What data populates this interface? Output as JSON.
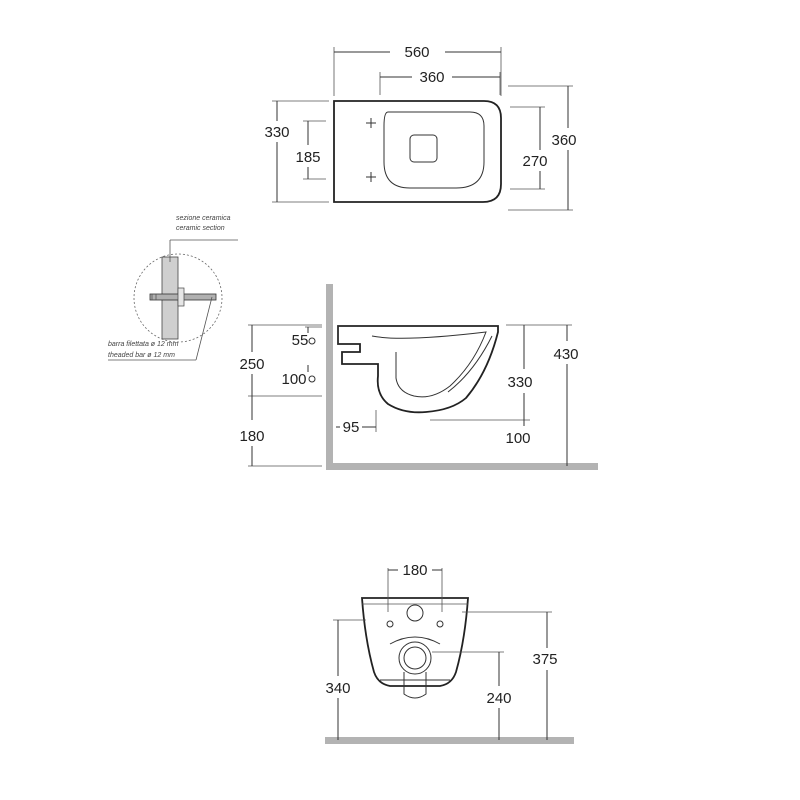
{
  "colors": {
    "ink": "#222222",
    "floor": "#b3b3b3",
    "wall": "#b3b3b3",
    "hatch": "#9a9a9a"
  },
  "top_view": {
    "overall_width": "560",
    "fixing_spacing": "360",
    "rear_depth": "330",
    "fixing_depth": "185",
    "front_depth": "270",
    "overall_depth": "360"
  },
  "detail": {
    "label_it_1": "sezione ceramica",
    "label_en_1": "ceramic section",
    "label_it_2": "barra filettata ø 12 mm",
    "label_en_2": "theaded bar ø 12 mm"
  },
  "side_view": {
    "dim_55": "55",
    "dim_100": "100",
    "dim_250": "250",
    "dim_180": "180",
    "dim_95": "95",
    "dim_330": "330",
    "dim_430": "430",
    "dim_100b": "100"
  },
  "front_view": {
    "dim_180": "180",
    "dim_375": "375",
    "dim_340": "340",
    "dim_240": "240"
  }
}
